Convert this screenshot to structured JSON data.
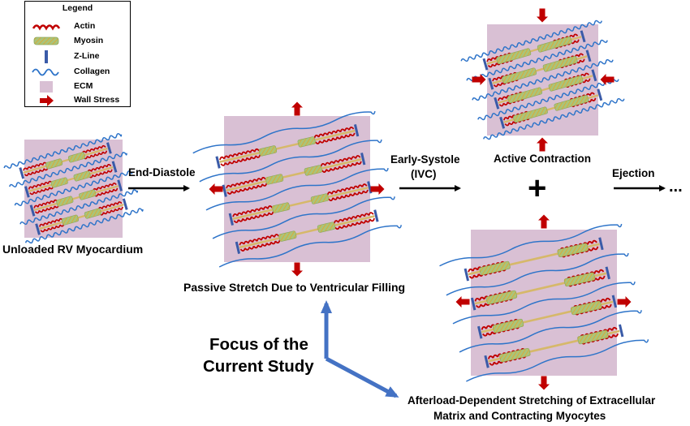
{
  "legend": {
    "title": "Legend",
    "items": [
      {
        "key": "actin",
        "label": "Actin"
      },
      {
        "key": "myosin",
        "label": "Myosin"
      },
      {
        "key": "zline",
        "label": "Z-Line"
      },
      {
        "key": "collagen",
        "label": "Collagen"
      },
      {
        "key": "ecm",
        "label": "ECM"
      },
      {
        "key": "wallstress",
        "label": "Wall Stress"
      }
    ]
  },
  "colors": {
    "ecm": "#d9c0d4",
    "actin": "#c00000",
    "myosin_fill": "#a9c47a",
    "myosin_hatch": "#e4a52a",
    "zline": "#3a5ba8",
    "collagen": "#2e74c9",
    "wall_stress": "#c00000",
    "focus_arrow": "#4472c4",
    "filament": "#d6b86a"
  },
  "labels": {
    "unloaded": "Unloaded RV Myocardium",
    "end_diastole": "End-Diastole",
    "passive": "Passive Stretch Due to Ventricular Filling",
    "early_systole_1": "Early-Systole",
    "early_systole_2": "(IVC)",
    "active": "Active Contraction",
    "plus": "+",
    "ejection": "Ejection",
    "ellipsis": "...",
    "focus_1": "Focus of the",
    "focus_2": "Current Study",
    "afterload_1": "Afterload-Dependent Stretching of Extracellular",
    "afterload_2": "Matrix and Contracting Myocytes"
  }
}
